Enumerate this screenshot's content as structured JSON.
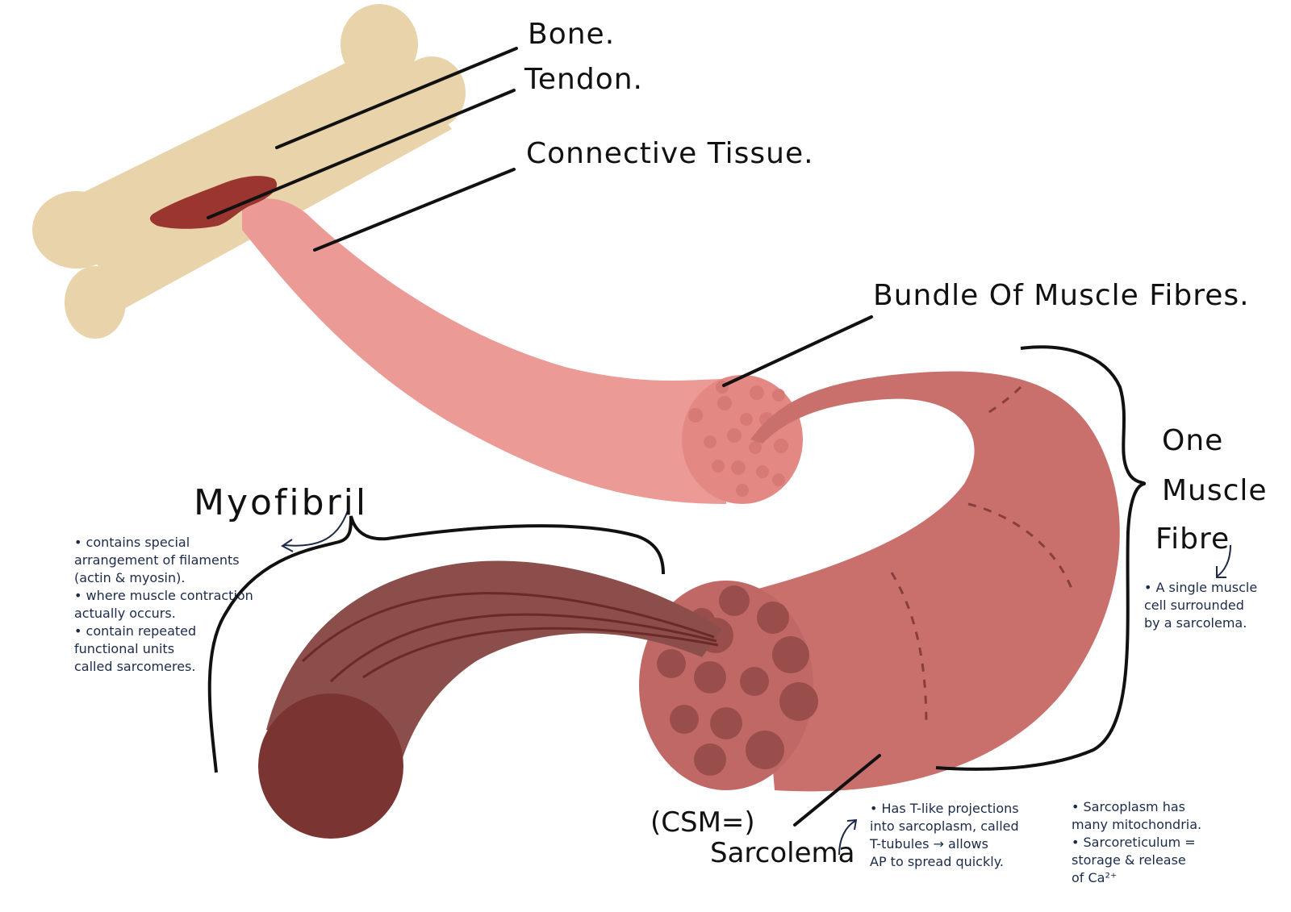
{
  "labels": {
    "bone": "Bone.",
    "tendon": "Tendon.",
    "connective_tissue": "Connective Tissue.",
    "bundle": "Bundle Of Muscle Fibres.",
    "one_muscle_fibre": [
      "One",
      "Muscle",
      "Fibre"
    ],
    "myofibril": "Myofibril",
    "csm": "(CSM=)",
    "sarcolema": "Sarcolema"
  },
  "notes": {
    "myofibril": [
      "• contains special",
      "arrangement of filaments",
      "(actin & myosin).",
      "• where muscle contraction",
      "actually occurs.",
      "• contain repeated",
      "functional units",
      "called sarcomeres."
    ],
    "muscle_fibre": [
      "• A single muscle",
      "cell surrounded",
      "by a sarcolema."
    ],
    "sarcolema": [
      "• Has T-like projections",
      "into sarcoplasm, called",
      "T-tubules → allows",
      "AP to spread quickly."
    ],
    "sarcoplasm": [
      "• Sarcoplasm has",
      "many mitochondria.",
      "• Sarcoreticulum =",
      "storage & release",
      "of Ca²⁺"
    ]
  },
  "colors": {
    "bone": "#e8d3aa",
    "tendon": "#9b3530",
    "muscle_bundle": "#ec9a96",
    "muscle_fibre": "#c9706c",
    "myofibril": "#8c4e4b",
    "myofibril_end": "#7a3431",
    "ink": "#111111",
    "note_ink": "#1c2a4a"
  }
}
